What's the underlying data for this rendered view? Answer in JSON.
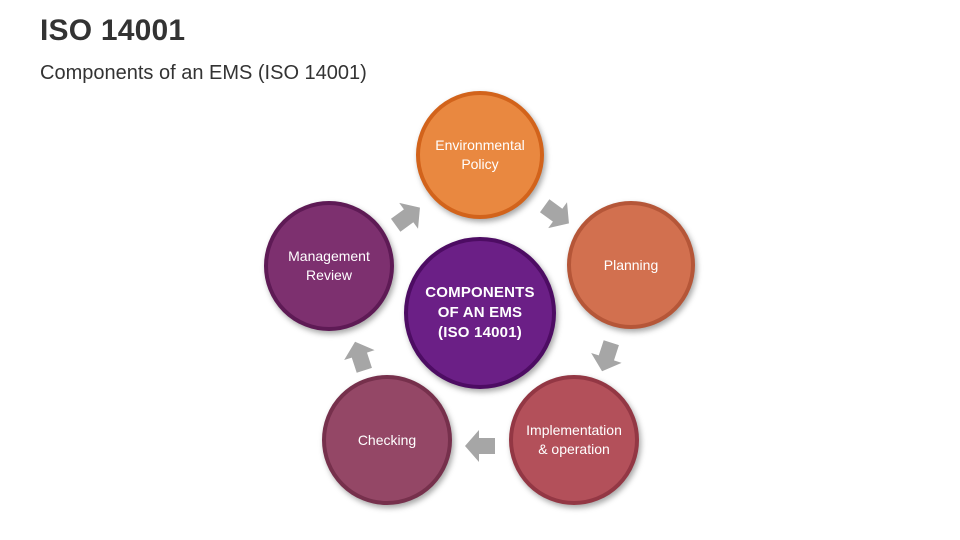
{
  "header": {
    "title": "ISO 14001",
    "subtitle": "Components of an EMS (ISO 14001)"
  },
  "diagram": {
    "center": {
      "label": "COMPONENTS\nOF AN EMS\n(ISO 14001)",
      "fill": "#6b1f86",
      "border": "#4d0c63"
    },
    "nodes": [
      {
        "label": "Environmental\nPolicy",
        "fill": "#e98840",
        "border": "#d2631b"
      },
      {
        "label": "Planning",
        "fill": "#d2704f",
        "border": "#b55638"
      },
      {
        "label": "Implementation\n& operation",
        "fill": "#b3505a",
        "border": "#933744"
      },
      {
        "label": "Checking",
        "fill": "#944766",
        "border": "#76304c"
      },
      {
        "label": "Management\nReview",
        "fill": "#7d306f",
        "border": "#5e1a55"
      }
    ],
    "arrow_color": "#a6a6a6"
  }
}
